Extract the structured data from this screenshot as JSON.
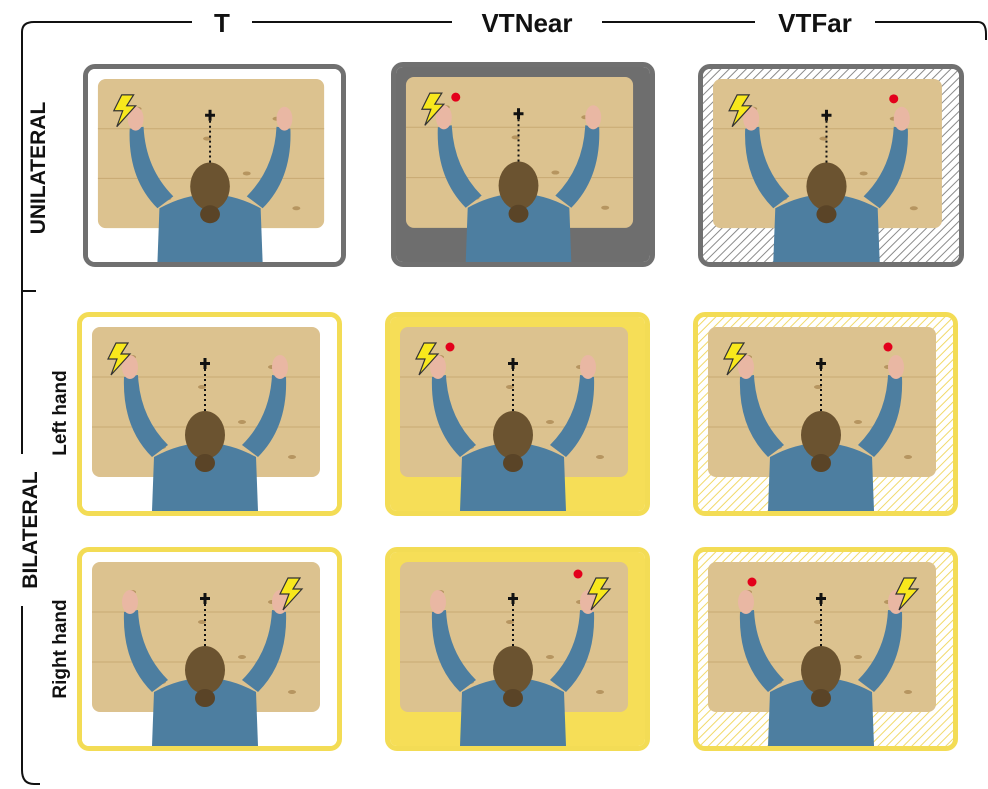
{
  "columns": {
    "t": "T",
    "vt_near": "VTNear",
    "vt_far": "VTFar"
  },
  "groups": {
    "unilateral": "UNILATERAL",
    "bilateral": "BILATERAL"
  },
  "rows": {
    "left_hand": "Left hand",
    "right_hand": "Right hand"
  },
  "colors": {
    "gray_border": "#707070",
    "gray_fill": "#6e6e6e",
    "yellow_border": "#f3dc55",
    "yellow_fill": "#f6de57",
    "wood": "#dcc28f",
    "shirt": "#4d7ea0",
    "hair": "#6b5330",
    "skin": "#e9b7a3",
    "bolt": "#f8e81c",
    "dot": "#e3001b"
  },
  "panels": [
    {
      "id": "uni-t",
      "style": "gray",
      "fill": "white",
      "bolt": "left",
      "dot": "none"
    },
    {
      "id": "uni-vtnear",
      "style": "gray",
      "fill": "solid",
      "bolt": "left",
      "dot": "near-left"
    },
    {
      "id": "uni-vtfar",
      "style": "gray",
      "fill": "hatch",
      "bolt": "left",
      "dot": "far-right"
    },
    {
      "id": "left-t",
      "style": "yellow",
      "fill": "white",
      "bolt": "left",
      "dot": "none"
    },
    {
      "id": "left-vtnear",
      "style": "yellow",
      "fill": "solid",
      "bolt": "left",
      "dot": "near-left"
    },
    {
      "id": "left-vtfar",
      "style": "yellow",
      "fill": "hatch",
      "bolt": "left",
      "dot": "far-right"
    },
    {
      "id": "right-t",
      "style": "yellow",
      "fill": "white",
      "bolt": "right",
      "dot": "none"
    },
    {
      "id": "right-vtnear",
      "style": "yellow",
      "fill": "solid",
      "bolt": "right",
      "dot": "near-right"
    },
    {
      "id": "right-vtfar",
      "style": "yellow",
      "fill": "hatch",
      "bolt": "right",
      "dot": "far-left"
    }
  ]
}
